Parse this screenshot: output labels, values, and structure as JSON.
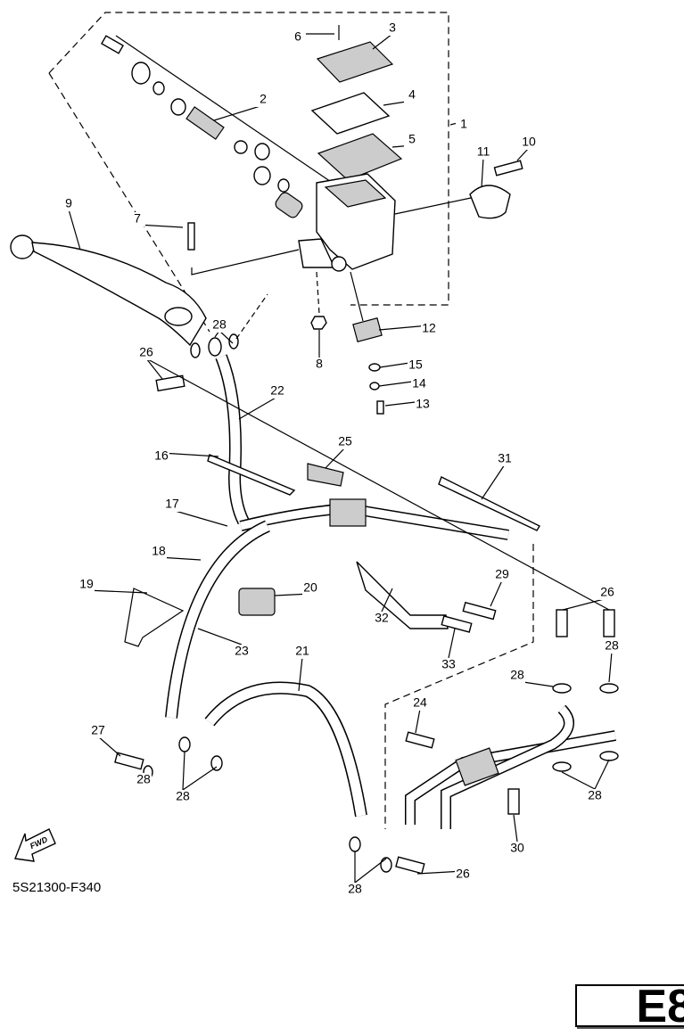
{
  "diagram_code": "5S21300-F340",
  "page_id": "E8",
  "fwd_label": "FWD",
  "callouts": [
    {
      "label": "1"
    },
    {
      "label": "2"
    },
    {
      "label": "3"
    },
    {
      "label": "4"
    },
    {
      "label": "5"
    },
    {
      "label": "6"
    },
    {
      "label": "7"
    },
    {
      "label": "8"
    },
    {
      "label": "9"
    },
    {
      "label": "10"
    },
    {
      "label": "11"
    },
    {
      "label": "12"
    },
    {
      "label": "13"
    },
    {
      "label": "14"
    },
    {
      "label": "15"
    },
    {
      "label": "16"
    },
    {
      "label": "17"
    },
    {
      "label": "18"
    },
    {
      "label": "19"
    },
    {
      "label": "20"
    },
    {
      "label": "21"
    },
    {
      "label": "22"
    },
    {
      "label": "23"
    },
    {
      "label": "24"
    },
    {
      "label": "25"
    },
    {
      "label": "26"
    },
    {
      "label": "26"
    },
    {
      "label": "26"
    },
    {
      "label": "27"
    },
    {
      "label": "28"
    },
    {
      "label": "28"
    },
    {
      "label": "28"
    },
    {
      "label": "28"
    },
    {
      "label": "28"
    },
    {
      "label": "28"
    },
    {
      "label": "28"
    },
    {
      "label": "29"
    },
    {
      "label": "30"
    },
    {
      "label": "31"
    },
    {
      "label": "32"
    },
    {
      "label": "33"
    }
  ]
}
